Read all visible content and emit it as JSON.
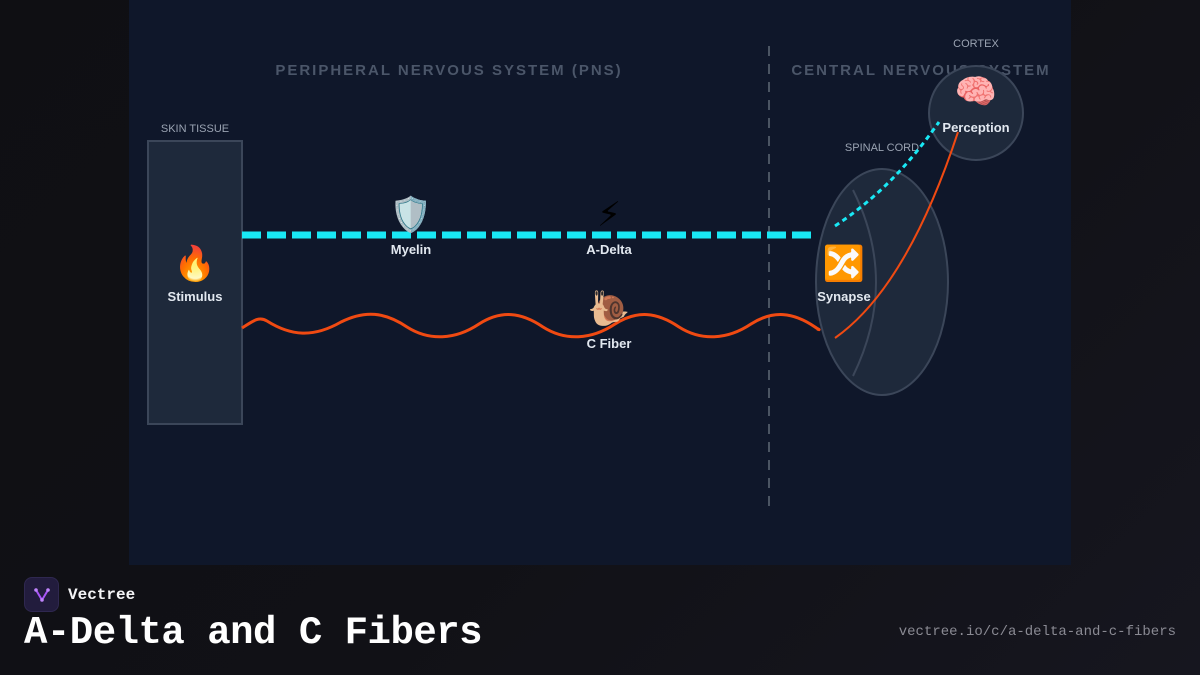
{
  "diagram": {
    "sections": {
      "pns": "PERIPHERAL NERVOUS SYSTEM (PNS)",
      "cns": "CENTRAL NERVOUS SYSTEM"
    },
    "skin": {
      "caption": "SKIN TISSUE",
      "icon": "fire-icon",
      "glyph": "🔥",
      "label": "Stimulus"
    },
    "a_delta": {
      "myelin_icon": "shield-icon",
      "myelin_glyph": "🛡️",
      "myelin_label": "Myelin",
      "icon": "lightning-icon",
      "glyph": "⚡",
      "label": "A-Delta",
      "color": "#19e8f5"
    },
    "c_fiber": {
      "icon": "snail-icon",
      "glyph": "🐌",
      "label": "C Fiber",
      "color": "#f04a12"
    },
    "spinal_cord": {
      "caption": "SPINAL CORD",
      "icon": "shuffle-icon",
      "glyph": "🔀",
      "label": "Synapse"
    },
    "cortex": {
      "caption": "CORTEX",
      "icon": "brain-icon",
      "glyph": "🧠",
      "label": "Perception"
    }
  },
  "footer": {
    "brand": "Vectree",
    "logo_icon": "vectree-logo-icon",
    "title": "A-Delta and C Fibers",
    "url": "vectree.io/c/a-delta-and-c-fibers"
  },
  "colors": {
    "panel_bg": "#0f172a",
    "a_delta": "#19e8f5",
    "c_fiber": "#f04a12"
  }
}
